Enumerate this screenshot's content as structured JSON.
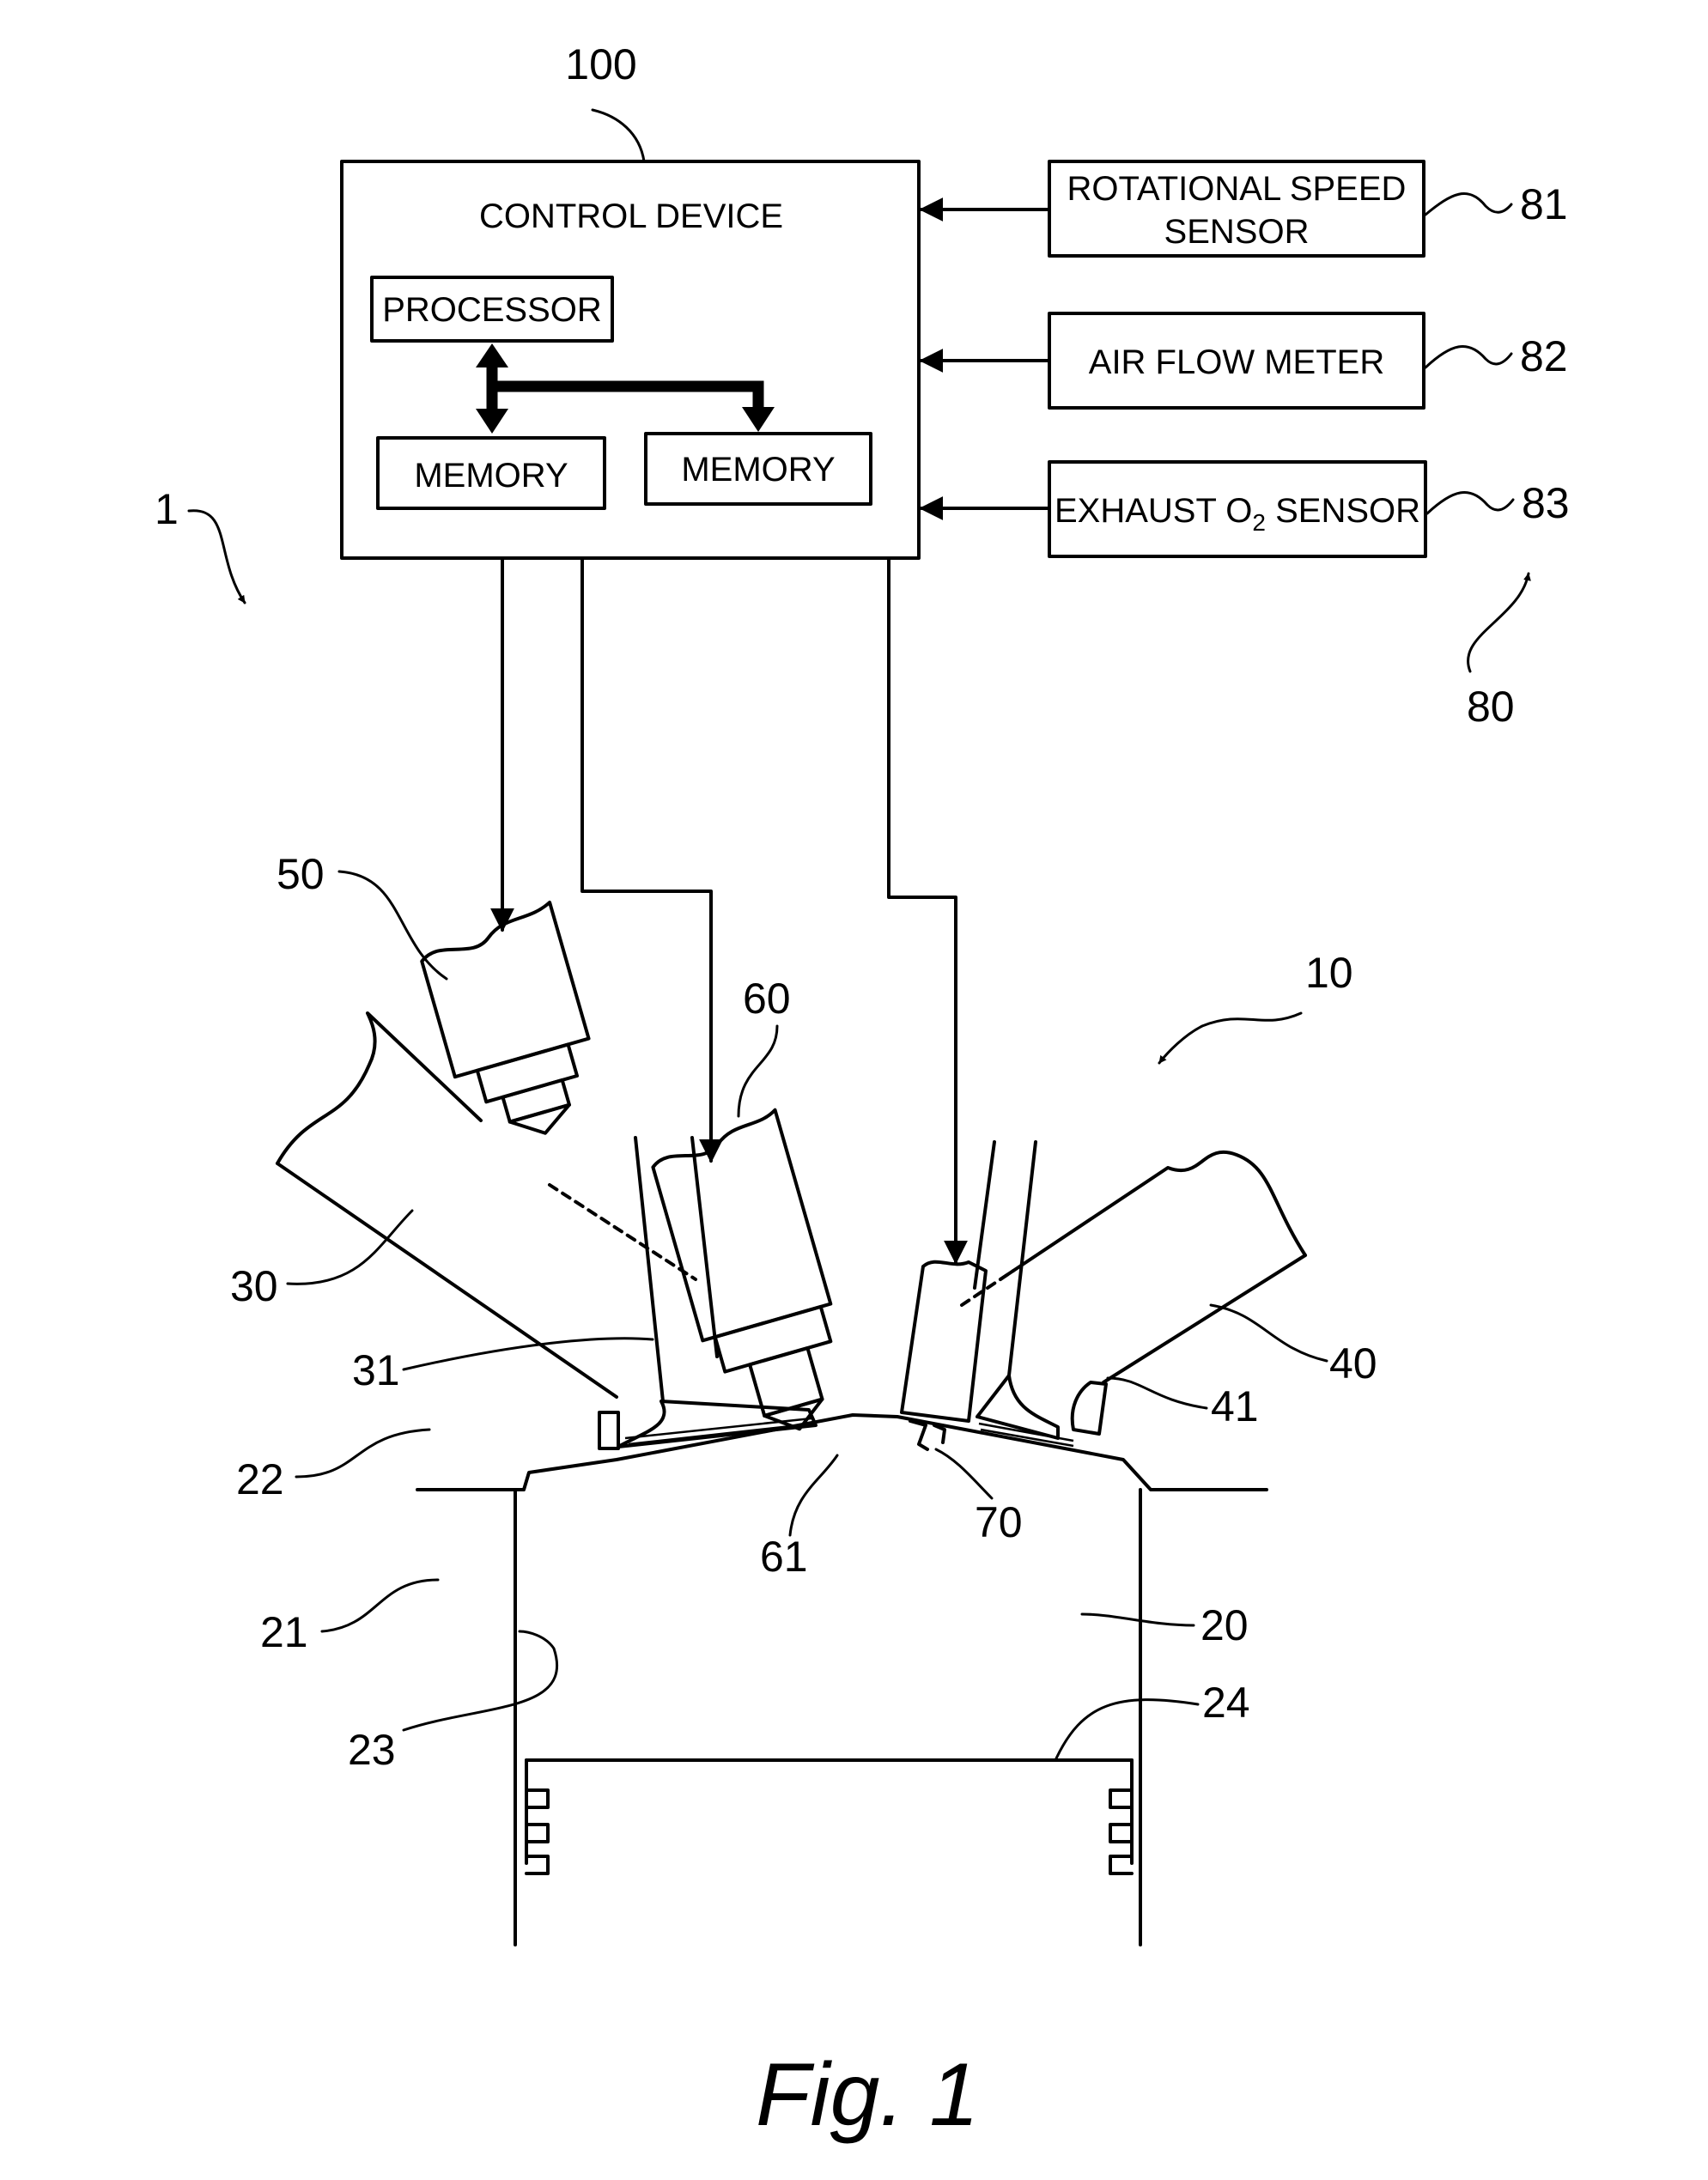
{
  "boxes": {
    "control_device": "CONTROL DEVICE",
    "processor": "PROCESSOR",
    "memory_1": "MEMORY",
    "memory_2": "MEMORY",
    "rotational_speed_sensor_line1": "ROTATIONAL SPEED",
    "rotational_speed_sensor_line2": "SENSOR",
    "air_flow_meter": "AIR FLOW METER",
    "exhaust_o2_sensor_pre": "EXHAUST O",
    "exhaust_o2_sensor_sub": "2",
    "exhaust_o2_sensor_post": " SENSOR"
  },
  "refs": {
    "r100": "100",
    "r81": "81",
    "r82": "82",
    "r83": "83",
    "r80": "80",
    "r1": "1",
    "r50": "50",
    "r60": "60",
    "r10": "10",
    "r30": "30",
    "r31": "31",
    "r40": "40",
    "r41": "41",
    "r22": "22",
    "r61": "61",
    "r70": "70",
    "r21": "21",
    "r20": "20",
    "r23": "23",
    "r24": "24"
  },
  "caption": "Fig. 1"
}
